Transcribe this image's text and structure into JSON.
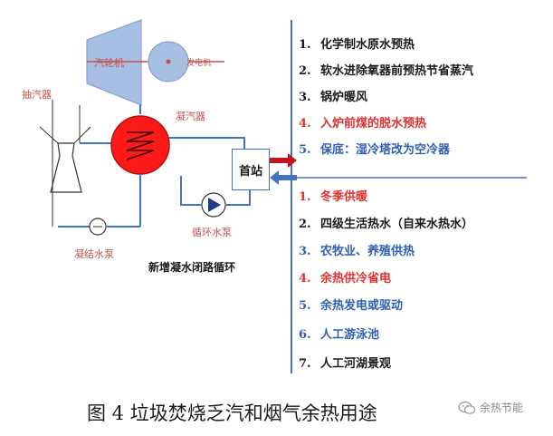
{
  "labels": {
    "turbine": "汽轮机",
    "generator": "发电机",
    "extractor": "抽汽器",
    "condenser": "凝汽器",
    "station": "首站",
    "circ_pump": "循环水泵",
    "cond_pump": "凝结水泵",
    "new_loop": "新增凝水闭路循环"
  },
  "upper_list": [
    {
      "num": "1.",
      "text": "化学制水原水预热",
      "color": "#1a1a1a"
    },
    {
      "num": "2.",
      "text": "软水进除氧器前预热节省蒸汽",
      "color": "#1a1a1a"
    },
    {
      "num": "3.",
      "text": "锅炉暖风",
      "color": "#1a1a1a"
    },
    {
      "num": "4.",
      "text": "入炉前煤的脱水预热",
      "color": "#e03030"
    },
    {
      "num": "5.",
      "text": "保底：湿冷塔改为空冷器",
      "color": "#2f5fb3"
    }
  ],
  "lower_list": [
    {
      "num": "1.",
      "text": "冬季供暖",
      "color": "#e03030"
    },
    {
      "num": "2.",
      "text": "四级生活热水（自来水热水）",
      "color": "#1a1a1a"
    },
    {
      "num": "3.",
      "text": "农牧业、养殖供热",
      "color": "#2f5fb3"
    },
    {
      "num": "4.",
      "text": "余热供冷省电",
      "color": "#e03030"
    },
    {
      "num": "5.",
      "text": "余热发电或驱动",
      "color": "#2f5fb3"
    },
    {
      "num": "6.",
      "text": "人工游泳池",
      "color": "#2f5fb3"
    },
    {
      "num": "7.",
      "text": "人工河湖景观",
      "color": "#1a1a1a"
    }
  ],
  "caption": "图 4  垃圾焚烧乏汽和烟气余热用途",
  "watermark": "余热节能",
  "colors": {
    "line_blue": "#4472c4",
    "turbine_fill": "#a8bfe4",
    "condenser_red": "#ff1a1a",
    "arrow_red": "#c0151b",
    "text_red": "#e03030",
    "text_blue": "#2f5fb3"
  }
}
